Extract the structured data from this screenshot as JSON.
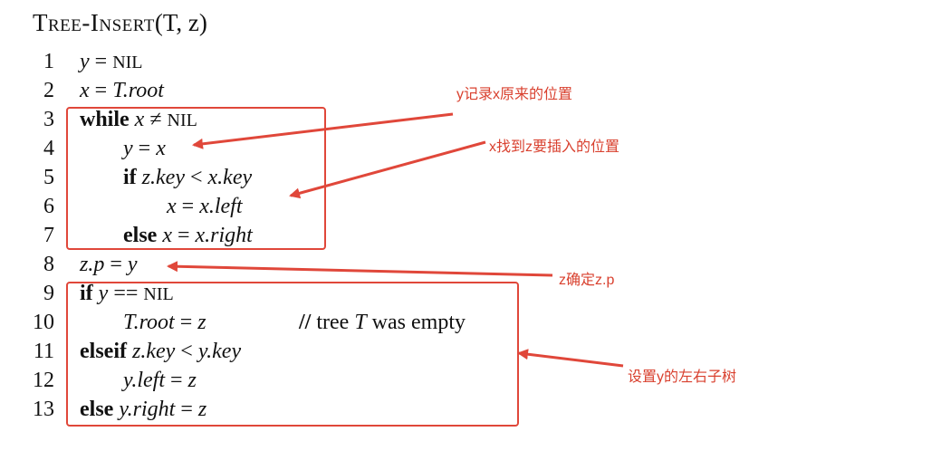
{
  "title": {
    "name": "Tree-Insert",
    "args": "(T, z)"
  },
  "lines": [
    {
      "num": "1",
      "code": "y = NIL"
    },
    {
      "num": "2",
      "code": "x = T.root"
    },
    {
      "num": "3",
      "code": "while x ≠ NIL"
    },
    {
      "num": "4",
      "code": "y = x"
    },
    {
      "num": "5",
      "code": "if z.key < x.key"
    },
    {
      "num": "6",
      "code": "x = x.left"
    },
    {
      "num": "7",
      "code": "else x = x.right"
    },
    {
      "num": "8",
      "code": "z.p = y"
    },
    {
      "num": "9",
      "code": "if y == NIL"
    },
    {
      "num": "10",
      "code": "T.root = z",
      "comment": "// tree T was empty"
    },
    {
      "num": "11",
      "code": "elseif z.key < y.key"
    },
    {
      "num": "12",
      "code": "y.left = z"
    },
    {
      "num": "13",
      "code": "else y.right = z"
    }
  ],
  "annotations": [
    {
      "id": "note1",
      "text": "y记录x原来的位置"
    },
    {
      "id": "note2",
      "text": "x找到z要插入的位置"
    },
    {
      "id": "note3",
      "text": "z确定z.p"
    },
    {
      "id": "note4",
      "text": "设置y的左右子树"
    }
  ],
  "colors": {
    "annotation": "#d9412f",
    "text": "#111111",
    "background": "#ffffff"
  }
}
